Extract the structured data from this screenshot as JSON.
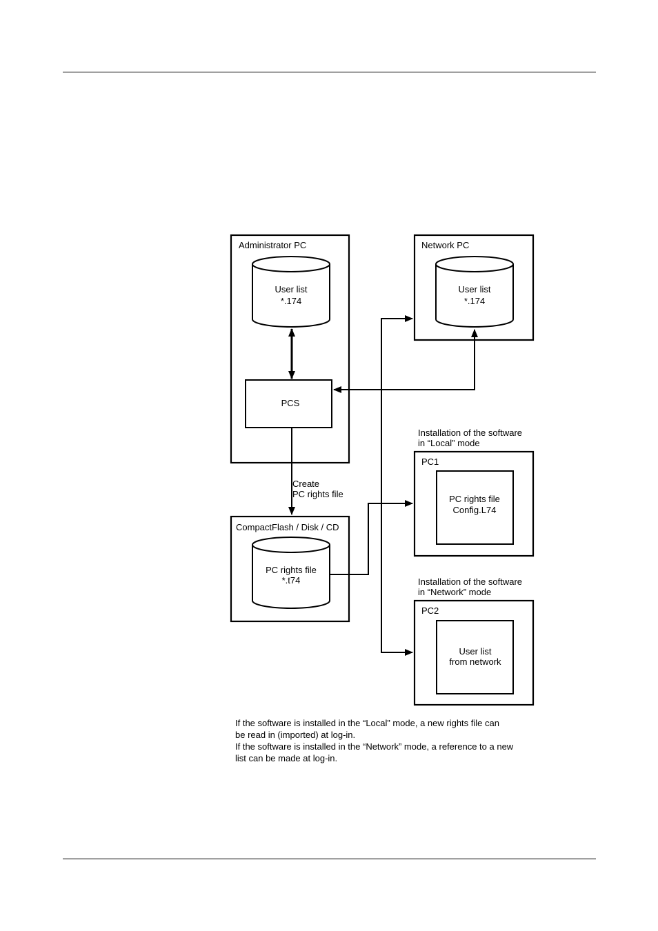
{
  "admin_pc": {
    "title": "Administrator PC",
    "db_line1": "User list",
    "db_line2": "*.174",
    "pcs": "PCS"
  },
  "network_pc": {
    "title": "Network PC",
    "db_line1": "User list",
    "db_line2": "*.174"
  },
  "create_label": {
    "line1": "Create",
    "line2": "PC rights file"
  },
  "media": {
    "title": "CompactFlash / Disk / CD",
    "db_line1": "PC rights file",
    "db_line2": "*.t74"
  },
  "local_note": {
    "line1": "Installation of the software",
    "line2": "in “Local” mode"
  },
  "pc1": {
    "title": "PC1",
    "inner_line1": "PC rights file",
    "inner_line2": "Config.L74"
  },
  "network_note": {
    "line1": "Installation of the software",
    "line2": "in “Network” mode"
  },
  "pc2": {
    "title": "PC2",
    "inner_line1": "User list",
    "inner_line2": "from network"
  },
  "caption": {
    "para1_line1": "If the software is installed in the “Local” mode, a new rights file can",
    "para1_line2": "be read in (imported) at log-in.",
    "para2_line1": "If the software is installed in the “Network” mode, a reference to a new",
    "para2_line2": "list can be made at log-in."
  }
}
